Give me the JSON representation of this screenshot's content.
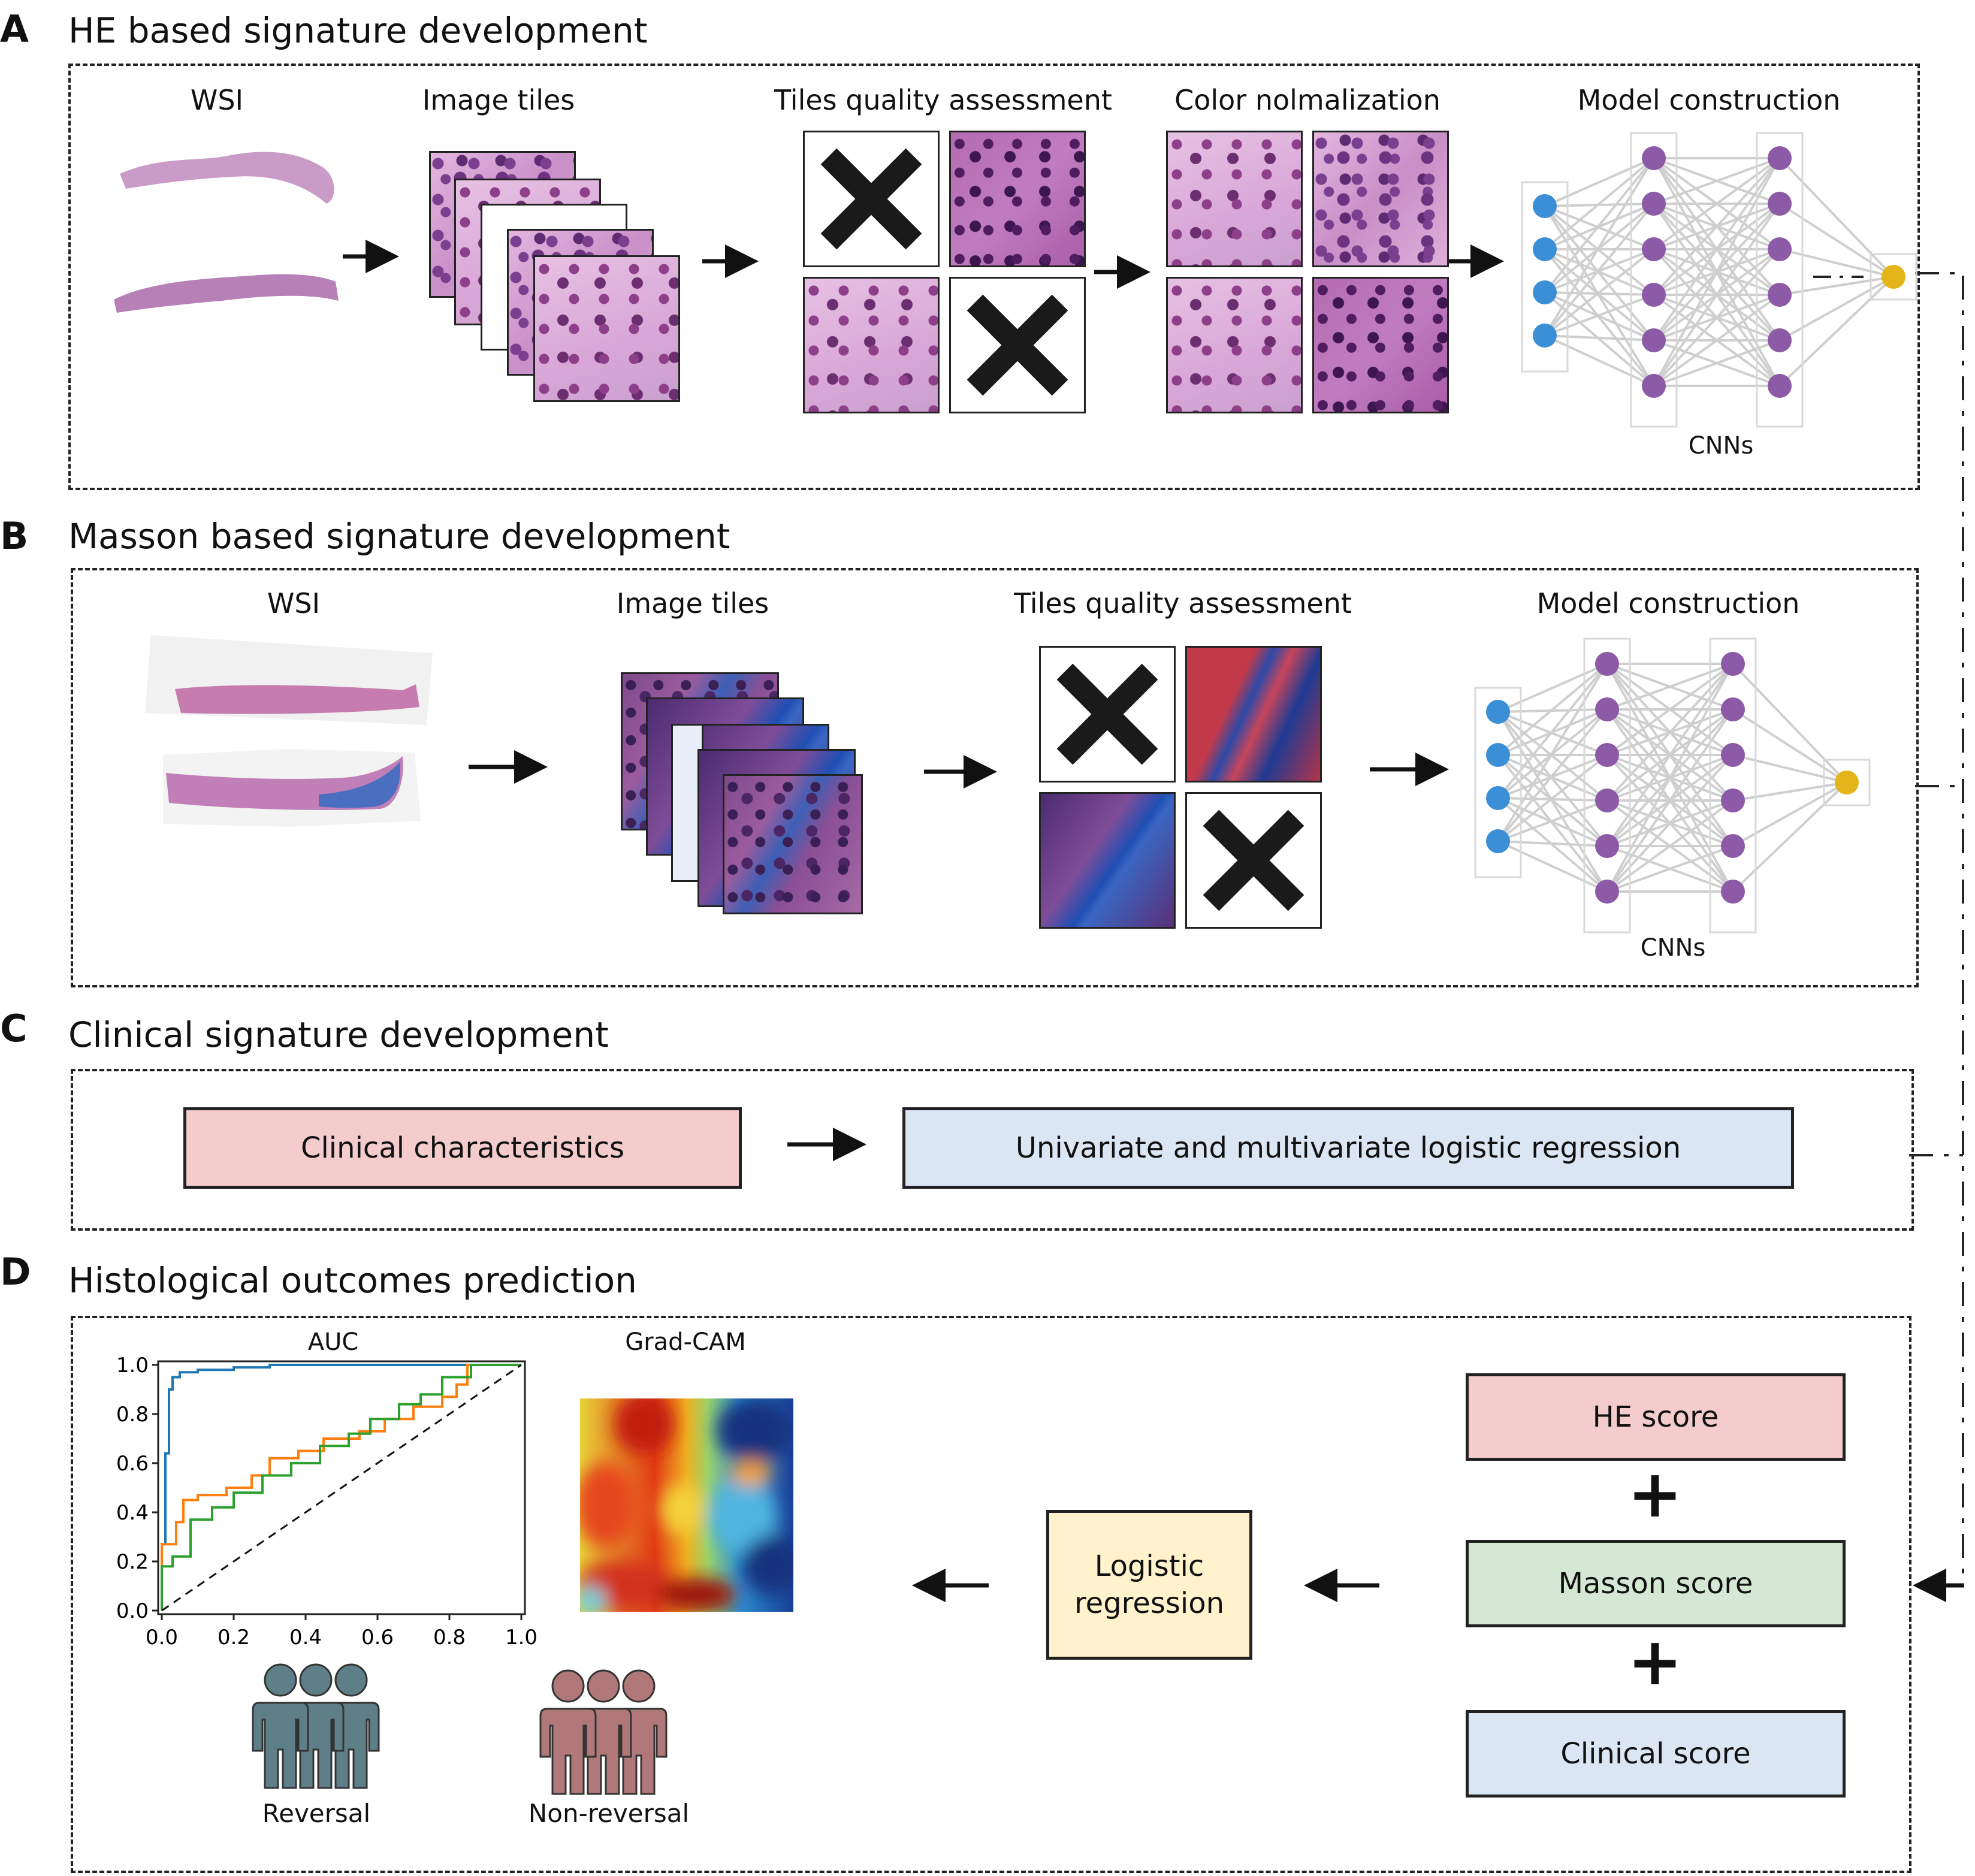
{
  "panelA": {
    "letter": "A",
    "title": "HE based signature development",
    "labels": {
      "wsi": "WSI",
      "tiles": "Image tiles",
      "quality": "Tiles quality assessment",
      "color": "Color nolmalization",
      "model": "Model construction",
      "cnns": "CNNs"
    }
  },
  "panelB": {
    "letter": "B",
    "title": "Masson based signature development",
    "labels": {
      "wsi": "WSI",
      "tiles": "Image tiles",
      "quality": "Tiles quality assessment",
      "model": "Model construction",
      "cnns": "CNNs"
    }
  },
  "panelC": {
    "letter": "C",
    "title": "Clinical signature development",
    "box1": "Clinical characteristics",
    "box2": "Univariate and multivariate logistic regression"
  },
  "panelD": {
    "letter": "D",
    "title": "Histological outcomes prediction",
    "auc_label": "AUC",
    "gradcam_label": "Grad-CAM",
    "reversal": "Reversal",
    "nonreversal": "Non-reversal",
    "logistic": "Logistic regression",
    "he_score": "HE score",
    "masson_score": "Masson score",
    "clinical_score": "Clinical score",
    "plus": "+"
  },
  "colors": {
    "blue_node": "#3b8fd6",
    "purple_node": "#8c5aa7",
    "yellow_node": "#e3b51a",
    "box_pink": "#f4cccc",
    "box_blue": "#dbe6f5",
    "box_green": "#d5e8d4",
    "box_yellow": "#fff2cc",
    "reversal_person": "#5f7f88",
    "nonreversal_person": "#b07878"
  },
  "chart_data": {
    "type": "line",
    "title": "AUC",
    "xlim": [
      0,
      1
    ],
    "ylim": [
      0,
      1
    ],
    "xticks": [
      "0.0",
      "0.2",
      "0.4",
      "0.6",
      "0.8",
      "1.0"
    ],
    "yticks": [
      "0.0",
      "0.2",
      "0.4",
      "0.6",
      "0.8",
      "1.0"
    ],
    "series": [
      {
        "color": "#1f77b4",
        "x": [
          0,
          0,
          0.01,
          0.01,
          0.02,
          0.02,
          0.03,
          0.03,
          0.05,
          0.05,
          0.1,
          0.1,
          0.2,
          0.2,
          0.3,
          0.3,
          0.5,
          0.5,
          0.62,
          0.62,
          1.0
        ],
        "y": [
          0,
          0.27,
          0.27,
          0.64,
          0.64,
          0.9,
          0.9,
          0.95,
          0.95,
          0.97,
          0.97,
          0.98,
          0.98,
          0.99,
          0.99,
          1.0,
          1.0,
          1.0,
          1.0,
          1.0,
          1.0
        ]
      },
      {
        "color": "#ff7f0e",
        "x": [
          0,
          0,
          0.04,
          0.04,
          0.06,
          0.06,
          0.1,
          0.1,
          0.18,
          0.18,
          0.25,
          0.25,
          0.3,
          0.3,
          0.38,
          0.38,
          0.45,
          0.45,
          0.55,
          0.55,
          0.62,
          0.62,
          0.7,
          0.7,
          0.78,
          0.78,
          0.82,
          0.82,
          0.85,
          0.85,
          1.0
        ],
        "y": [
          0,
          0.27,
          0.27,
          0.36,
          0.36,
          0.45,
          0.45,
          0.47,
          0.47,
          0.5,
          0.5,
          0.55,
          0.55,
          0.62,
          0.62,
          0.65,
          0.65,
          0.7,
          0.7,
          0.73,
          0.73,
          0.78,
          0.78,
          0.83,
          0.83,
          0.87,
          0.87,
          0.92,
          0.92,
          1.0,
          1.0
        ]
      },
      {
        "color": "#2ca02c",
        "x": [
          0,
          0,
          0.03,
          0.03,
          0.08,
          0.08,
          0.14,
          0.14,
          0.2,
          0.2,
          0.28,
          0.28,
          0.36,
          0.36,
          0.44,
          0.44,
          0.52,
          0.52,
          0.58,
          0.58,
          0.66,
          0.66,
          0.72,
          0.72,
          0.78,
          0.78,
          0.86,
          0.86,
          1.0
        ],
        "y": [
          0,
          0.18,
          0.18,
          0.22,
          0.22,
          0.37,
          0.37,
          0.42,
          0.42,
          0.48,
          0.48,
          0.55,
          0.55,
          0.6,
          0.6,
          0.67,
          0.67,
          0.72,
          0.72,
          0.78,
          0.78,
          0.84,
          0.84,
          0.88,
          0.88,
          0.95,
          0.95,
          1.0,
          1.0
        ]
      },
      {
        "color": "#111111",
        "dashed": true,
        "x": [
          0,
          1
        ],
        "y": [
          0,
          1
        ]
      }
    ]
  }
}
